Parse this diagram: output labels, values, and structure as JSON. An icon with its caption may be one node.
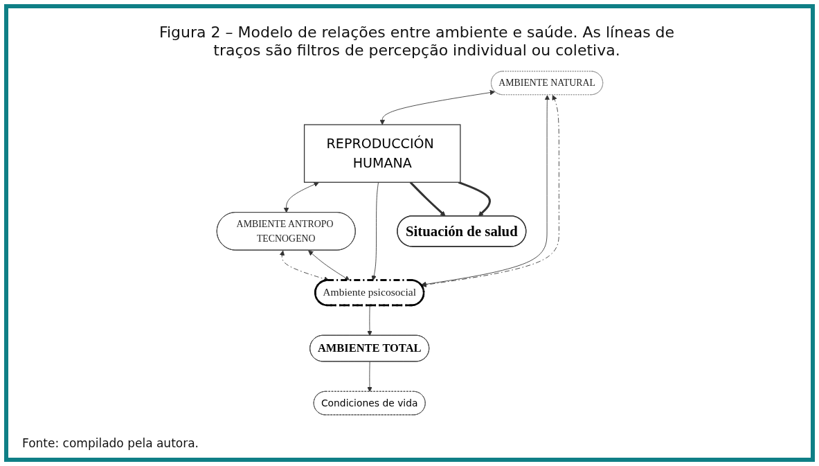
{
  "diagram": {
    "title": "Figura 2 – Modelo de relações entre ambiente e saúde. As líneas de traços são filtros de percepção individual ou coletiva.",
    "caption": "Fonte: compilado pela autora.",
    "nodes": [
      {
        "text": [
          "AMBIENTE NATURAL"
        ]
      },
      {
        "text": [
          "REPRODUCCIÓN HUMANA"
        ]
      },
      {
        "text": [
          "AMBIENTE ANTROPO TECNOGENO"
        ]
      },
      {
        "text": [
          "Ambiente psicosocial"
        ]
      },
      {
        "text": [
          "AMBIENTE TOTAL"
        ]
      },
      {
        "text": [
          "Condiciones de vida"
        ]
      },
      {
        "text": [
          "Situación de salud"
        ]
      }
    ],
    "edges": [
      {
        "from": 0,
        "to": 1,
        "arrow": "both"
      },
      {
        "from": 1,
        "to": 2,
        "arrow": "both"
      },
      {
        "from": 1,
        "to": 3,
        "arrow": "to"
      },
      {
        "from": 0,
        "to": 3,
        "arrow": "both"
      },
      {
        "from": 0,
        "to": 3,
        "arrow": "both",
        "style": "dashed"
      },
      {
        "from": 2,
        "to": 3,
        "arrow": "both",
        "style": "dashed"
      },
      {
        "from": 2,
        "to": 3,
        "arrow": "both"
      },
      {
        "from": 3,
        "to": 4,
        "arrow": "to"
      },
      {
        "from": 4,
        "to": 5,
        "arrow": "to"
      },
      {
        "from": 1,
        "to": 6,
        "arrow": "to",
        "style": "thick"
      },
      {
        "from": 1,
        "to": 6,
        "arrow": "to",
        "style": "thick"
      }
    ]
  }
}
